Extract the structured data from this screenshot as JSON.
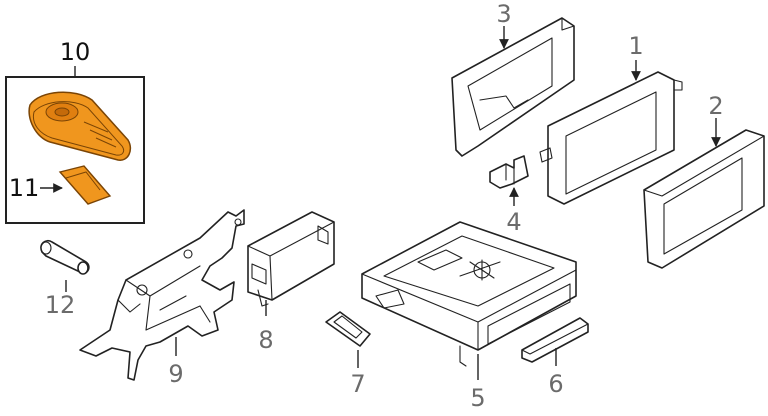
{
  "diagram": {
    "colors": {
      "highlight": "#f0961e",
      "highlight_dark": "#c46a0a",
      "line": "#222222",
      "callout_text": "#6b6b6b",
      "callout_text_dark": "#111111"
    },
    "callouts": [
      {
        "id": "1",
        "label": "1"
      },
      {
        "id": "2",
        "label": "2"
      },
      {
        "id": "3",
        "label": "3"
      },
      {
        "id": "4",
        "label": "4"
      },
      {
        "id": "5",
        "label": "5"
      },
      {
        "id": "6",
        "label": "6"
      },
      {
        "id": "7",
        "label": "7"
      },
      {
        "id": "8",
        "label": "8"
      },
      {
        "id": "9",
        "label": "9"
      },
      {
        "id": "10",
        "label": "10"
      },
      {
        "id": "11",
        "label": "11"
      },
      {
        "id": "12",
        "label": "12"
      }
    ]
  }
}
